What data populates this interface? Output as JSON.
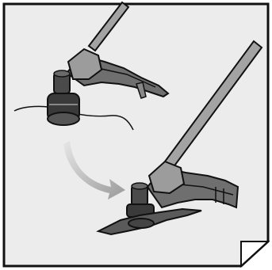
{
  "figure": {
    "kind": "instruction-illustration",
    "subject": "string-trimmer-head-change",
    "panel": {
      "fill_color": "#ececec",
      "border_color": "#111111",
      "folded_corner": "bottom-right"
    },
    "parts": [
      {
        "id": "trimmer-line-head",
        "state": "before"
      },
      {
        "id": "trimmer-blade-head",
        "state": "after"
      }
    ],
    "transition_arrow": {
      "direction": "down-right",
      "fill_color": "#9a9a9a",
      "gradient_end": "#e6e6e6"
    },
    "colors": {
      "shaft": "#9e9e9e",
      "guard": "#6f6f6f",
      "head": "#3c3c3c",
      "outline": "#111111"
    }
  }
}
